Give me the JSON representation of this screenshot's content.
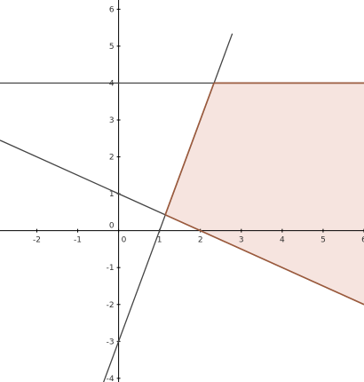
{
  "chart_data": {
    "type": "line",
    "title": "",
    "xlabel": "",
    "ylabel": "",
    "xlim": [
      -2.9,
      6.0
    ],
    "ylim": [
      -4.1,
      6.25
    ],
    "grid": false,
    "x_ticks": [
      "-2",
      "-1",
      "0",
      "1",
      "2",
      "3",
      "4",
      "5",
      "6"
    ],
    "y_ticks": [
      "-4",
      "-3",
      "-2",
      "-1",
      "0",
      "1",
      "2",
      "3",
      "4",
      "5",
      "6"
    ],
    "lines": [
      {
        "equation": "y = 3x - 3",
        "points": [
          [
            -0.38,
            -4.14
          ],
          [
            2.78,
            5.34
          ]
        ]
      },
      {
        "equation": "y = 1 - 0.5x",
        "points": [
          [
            -2.9,
            2.45
          ],
          [
            6.0,
            -2.0
          ]
        ]
      },
      {
        "equation": "y = 4",
        "points": [
          [
            -2.9,
            4.0
          ],
          [
            6.0,
            4.0
          ]
        ]
      }
    ],
    "feasible_region": {
      "vertices": [
        [
          1.14,
          0.43
        ],
        [
          2.33,
          4.0
        ],
        [
          6.0,
          4.0
        ],
        [
          6.0,
          -2.0
        ]
      ]
    },
    "colors": {
      "region_fill": "#f6e4df",
      "region_edge": "#9c5a3c",
      "line": "#444444",
      "axis": "#000000"
    }
  }
}
